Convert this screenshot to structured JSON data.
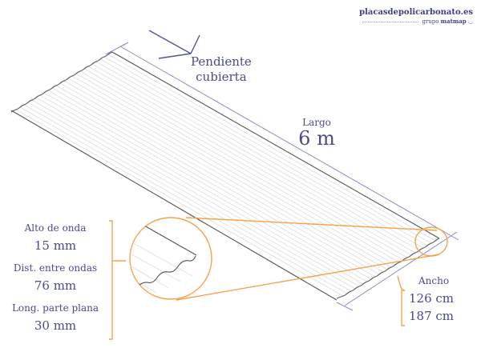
{
  "brand": {
    "name": "placasdepolicarbonato.es",
    "sub_prefix": "grupo",
    "sub_name": "matmap"
  },
  "labels": {
    "slope": [
      "Pendiente",
      "cubierta"
    ],
    "length_title": "Largo",
    "length_value": "6 m",
    "width_title": "Ancho",
    "width_values": [
      "126 cm",
      "187 cm"
    ]
  },
  "specs": [
    {
      "title": "Alto de onda",
      "value": "15 mm"
    },
    {
      "title": "Dist. entre ondas",
      "value": "76 mm"
    },
    {
      "title": "Long. parte plana",
      "value": "30 mm"
    }
  ],
  "colors": {
    "accent": "#f7a24a",
    "line": "#7c7cc0",
    "text": "#4a4a8c",
    "sheet_edge": "#555555",
    "sheet_fill_line": "#d9d9d9"
  }
}
